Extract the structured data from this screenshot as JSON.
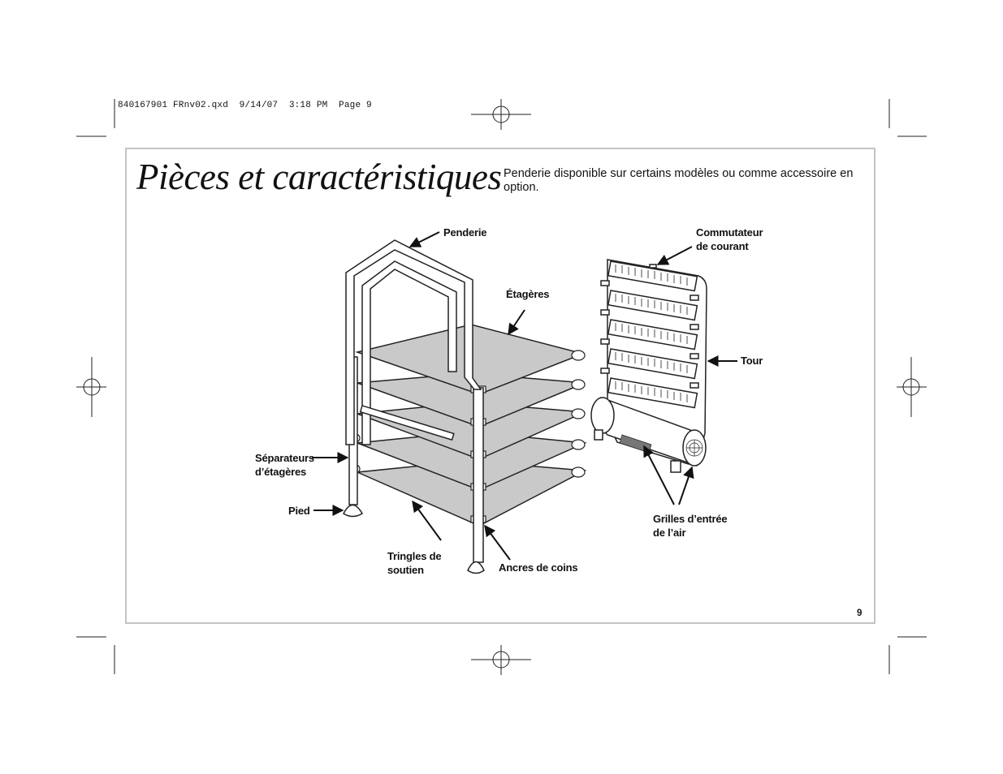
{
  "slug_line": "840167901 FRnv02.qxd  9/14/07  3:18 PM  Page 9",
  "title": "Pièces et caractéristiques",
  "subtitle": "Penderie disponible sur certains modèles ou comme accessoire en option.",
  "labels": {
    "penderie": "Penderie",
    "etageres": "Étagères",
    "commutateur": "Commutateur\nde courant",
    "tour": "Tour",
    "separateurs": "Séparateurs\nd’étagères",
    "pied": "Pied",
    "tringles": "Tringles de\nsoutien",
    "ancres": "Ancres de coins",
    "grilles": "Grilles d’entrée\nde l’air"
  },
  "page_number": "9"
}
